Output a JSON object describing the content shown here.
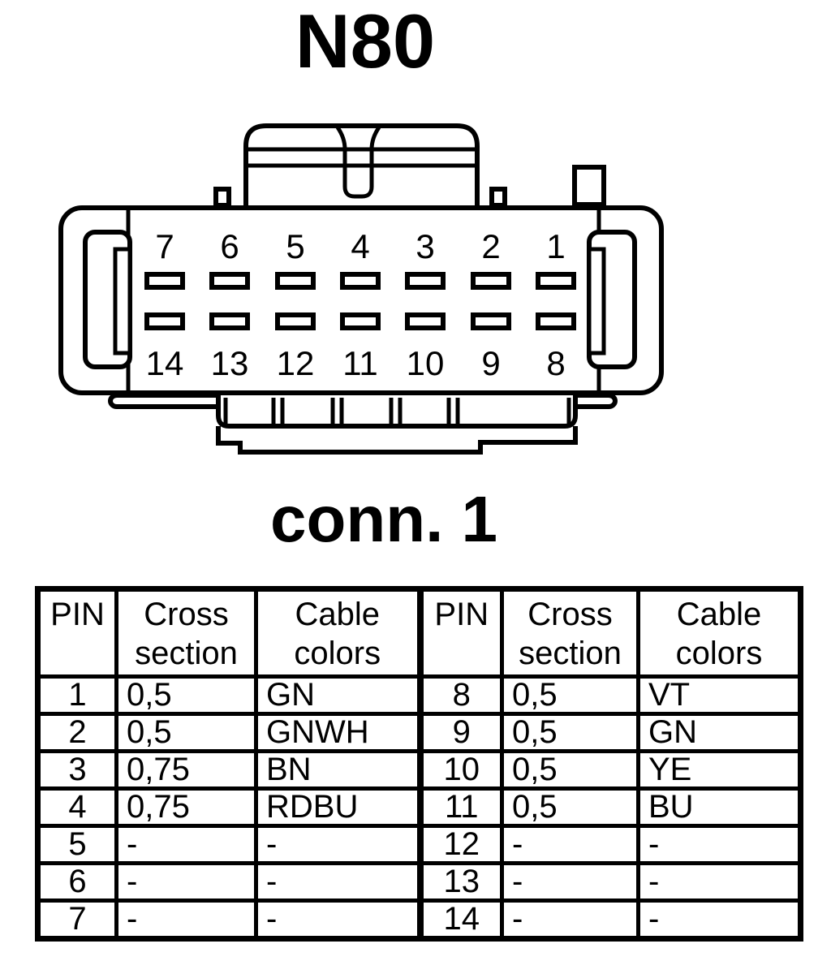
{
  "page": {
    "title": "N80",
    "connector_label": "conn. 1"
  },
  "connector": {
    "top_pins": [
      "7",
      "6",
      "5",
      "4",
      "3",
      "2",
      "1"
    ],
    "bottom_pins": [
      "14",
      "13",
      "12",
      "11",
      "10",
      "9",
      "8"
    ]
  },
  "table": {
    "headers": {
      "pin": "PIN",
      "cross": "Cross section",
      "colors": "Cable colors"
    },
    "left_rows": [
      {
        "pin": "1",
        "cross": "0,5",
        "colors": "GN"
      },
      {
        "pin": "2",
        "cross": "0,5",
        "colors": "GNWH"
      },
      {
        "pin": "3",
        "cross": "0,75",
        "colors": "BN"
      },
      {
        "pin": "4",
        "cross": "0,75",
        "colors": "RDBU"
      },
      {
        "pin": "5",
        "cross": "-",
        "colors": "-"
      },
      {
        "pin": "6",
        "cross": "-",
        "colors": "-"
      },
      {
        "pin": "7",
        "cross": "-",
        "colors": "-"
      }
    ],
    "right_rows": [
      {
        "pin": "8",
        "cross": "0,5",
        "colors": "VT"
      },
      {
        "pin": "9",
        "cross": "0,5",
        "colors": "GN"
      },
      {
        "pin": "10",
        "cross": "0,5",
        "colors": "YE"
      },
      {
        "pin": "11",
        "cross": "0,5",
        "colors": "BU"
      },
      {
        "pin": "12",
        "cross": "-",
        "colors": "-"
      },
      {
        "pin": "13",
        "cross": "-",
        "colors": "-"
      },
      {
        "pin": "14",
        "cross": "-",
        "colors": "-"
      }
    ]
  },
  "colors": {
    "line": "#000000",
    "background": "#ffffff"
  }
}
